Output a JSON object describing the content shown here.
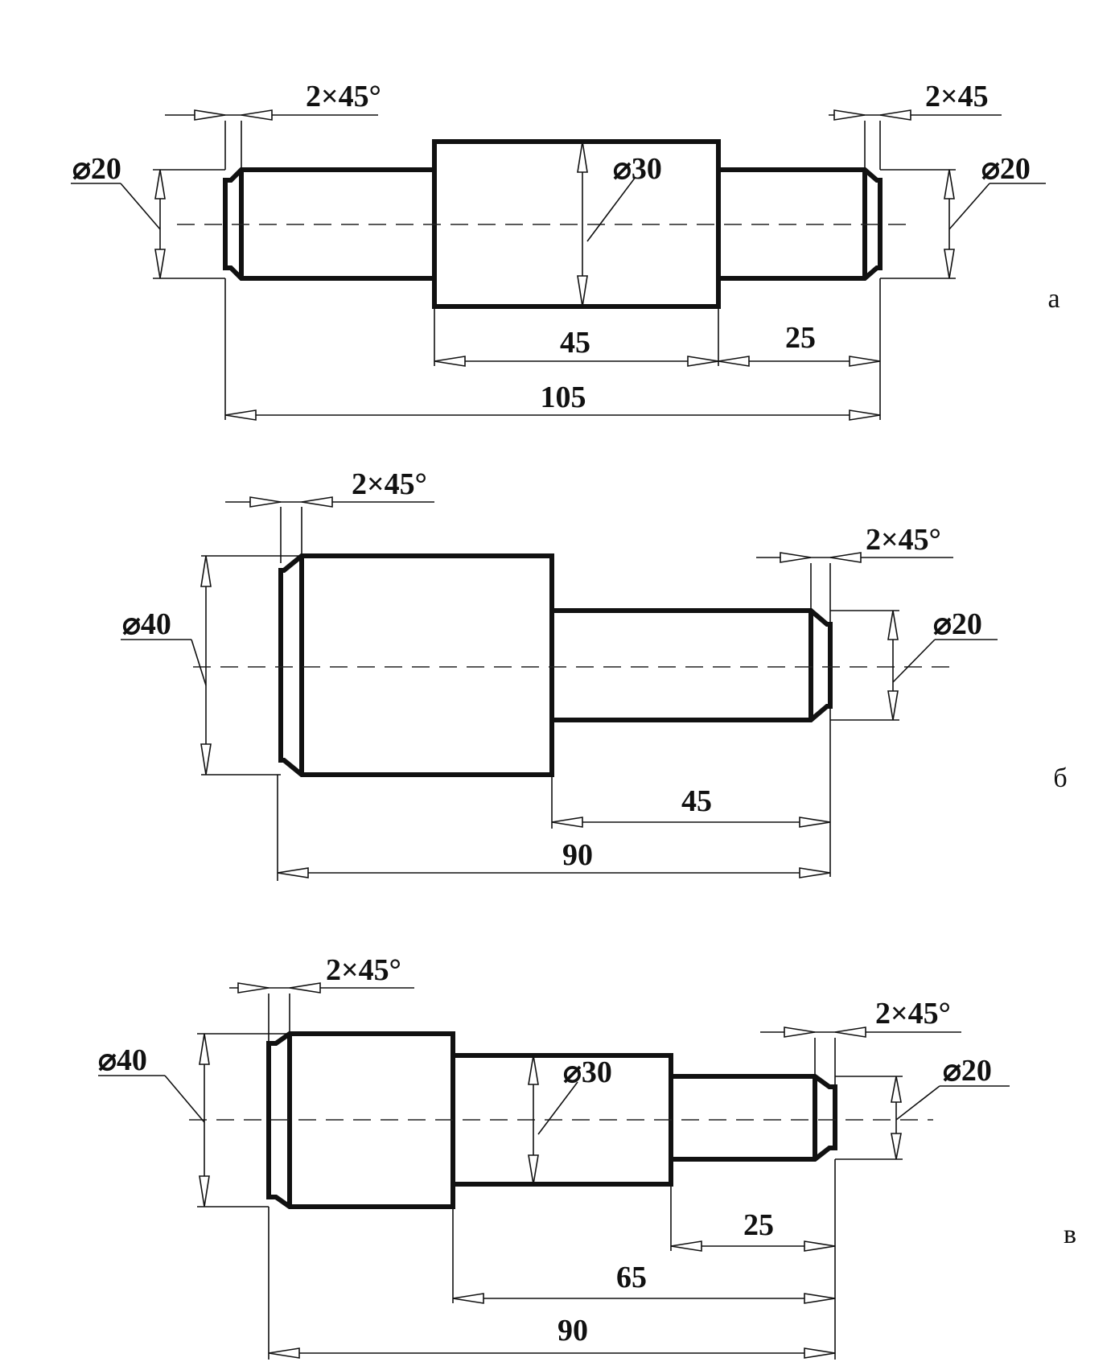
{
  "colors": {
    "ink": "#111111",
    "paper": "#ffffff"
  },
  "drawings": [
    {
      "label": "а",
      "left_chamfer": "2×45°",
      "right_chamfer": "2×45",
      "diameters": [
        "⌀20",
        "⌀30",
        "⌀20"
      ],
      "lengths": [
        "45",
        "25",
        "105"
      ]
    },
    {
      "label": "б",
      "left_chamfer": "2×45°",
      "right_chamfer": "2×45°",
      "diameters": [
        "⌀40",
        "⌀20"
      ],
      "lengths": [
        "45",
        "90"
      ]
    },
    {
      "label": "в",
      "left_chamfer": "2×45°",
      "right_chamfer": "2×45°",
      "diameters": [
        "⌀40",
        "⌀30",
        "⌀20"
      ],
      "lengths": [
        "25",
        "65",
        "90"
      ]
    }
  ]
}
